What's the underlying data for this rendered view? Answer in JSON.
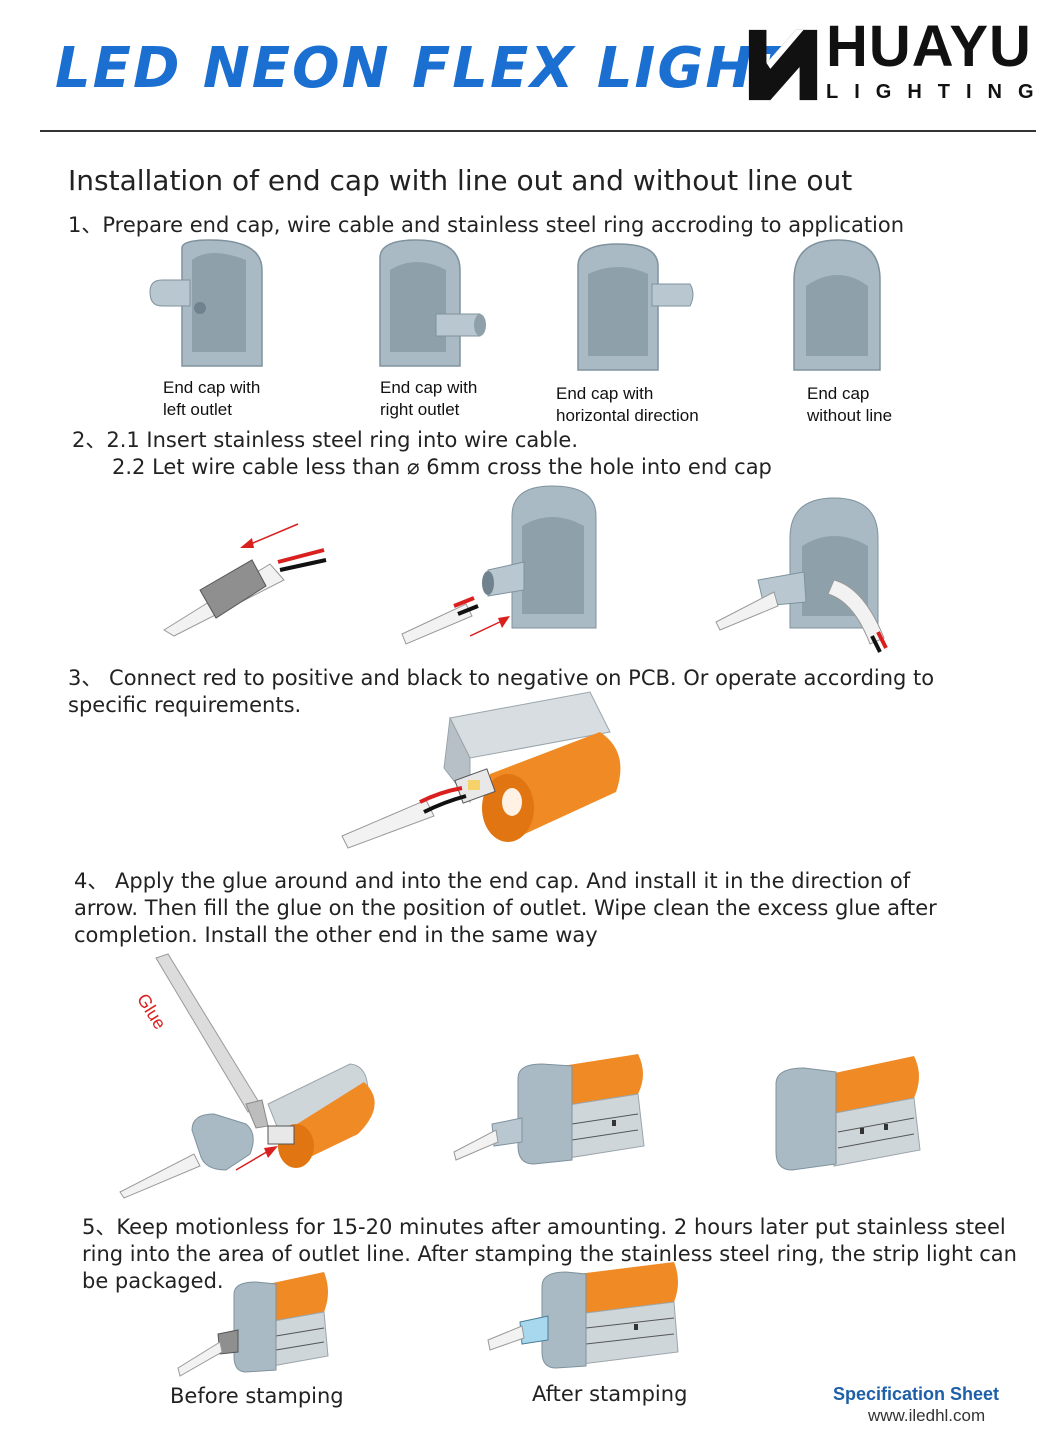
{
  "header": {
    "title": "LED NEON FLEX LIGHT",
    "logo_brand": "HUAYU",
    "logo_sub": "LIGHTING"
  },
  "section_title": "Installation of end cap with line out and without line out",
  "steps": {
    "step1": "1、Prepare end cap, wire cable and stainless steel ring accroding to application",
    "step2_1": "2、2.1 Insert stainless steel ring into wire cable.",
    "step2_2": "2.2 Let wire cable less than ⌀  6mm cross the hole into end cap",
    "step3": "3、 Connect red to positive and black to negative on PCB. Or operate according to specific requirements.",
    "step4": "4、 Apply the glue around and into the end cap. And install it in the direction of arrow. Then fill the glue on the position of outlet. Wipe clean the excess glue after completion. Install the other end in the same way",
    "step5": "5、Keep motionless for 15-20 minutes after amounting. 2 hours later put stainless steel ring into the area of outlet line. After stamping the stainless steel ring, the strip light can be packaged."
  },
  "end_caps": [
    {
      "line1": "End cap with",
      "line2": "left outlet"
    },
    {
      "line1": "End cap with",
      "line2": "right outlet"
    },
    {
      "line1": "End cap with",
      "line2": "horizontal direction"
    },
    {
      "line1": "End cap",
      "line2": "without line"
    }
  ],
  "glue_label": "Glue",
  "stamping": {
    "before": "Before stamping",
    "after": "After stamping"
  },
  "footer": {
    "spec": "Specification Sheet",
    "url": "www.iledhl.com"
  },
  "colors": {
    "title_blue": "#1a6fd1",
    "cap_gray": "#a9bac4",
    "neon_orange": "#f08a24",
    "arrow_red": "#d9201f",
    "spec_blue": "#1d5fa8"
  }
}
